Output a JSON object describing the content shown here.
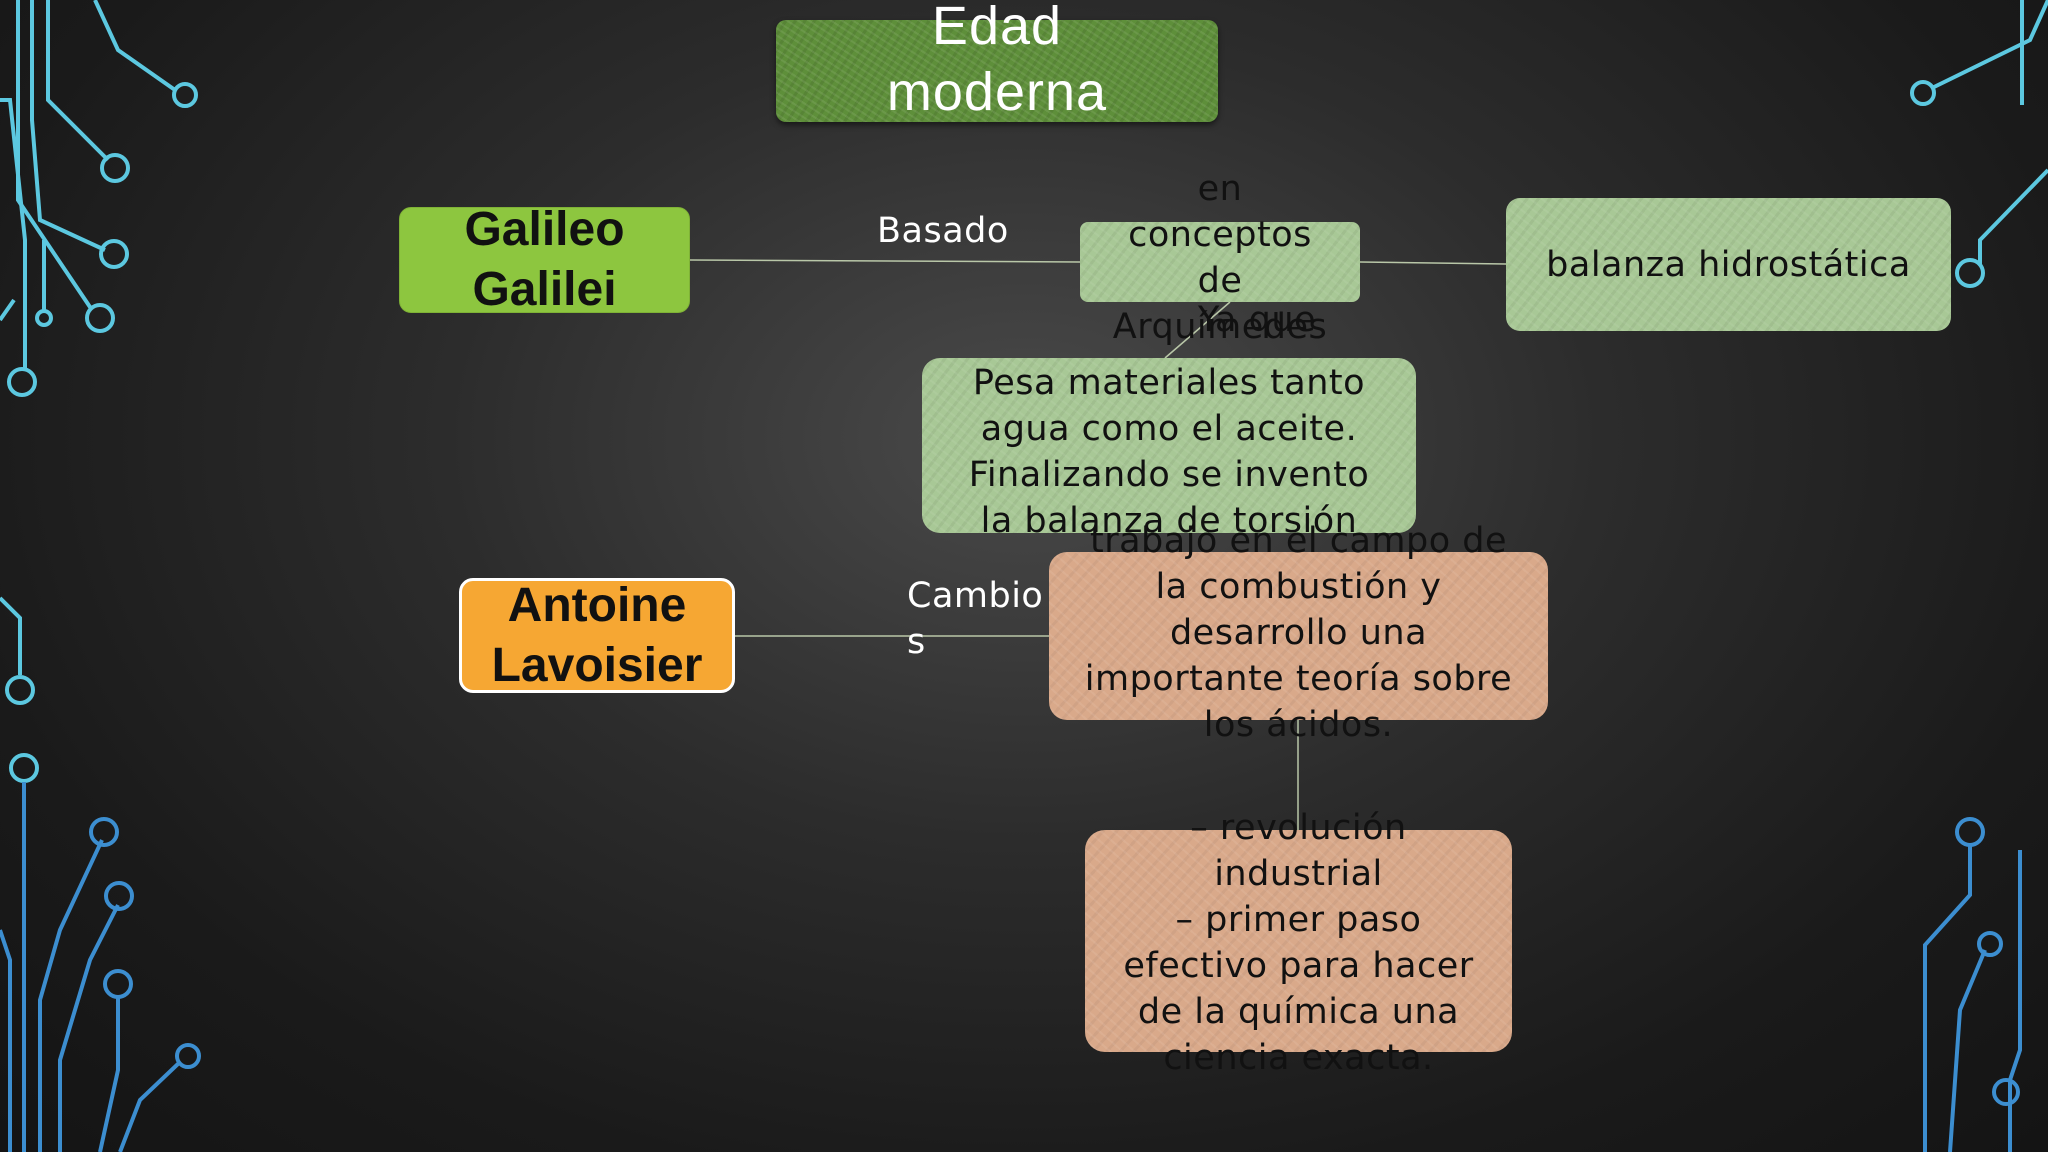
{
  "colors": {
    "background": "#1a1a1a",
    "title_box": "#5e8f3a",
    "galileo_box": "#8dc63f",
    "antoine_box": "#f6a733",
    "light_green_box": "#a8c896",
    "tan_box": "#d9a98a",
    "connector": "#cfd8c0",
    "circuit_cyan": "#5cc8e0",
    "circuit_blue": "#3c8ed0"
  },
  "title": "Edad\nmoderna",
  "nodes": {
    "galileo": "Galileo\nGalilei",
    "antoine": "Antoine\nLavoisier",
    "concepts": "en\nconceptos\nde\nArquímedes",
    "balanza_hidrostatica": "balanza hidrostática",
    "pesa": "Pesa materiales tanto\nagua como el aceite.\nFinalizando se invento\nla balanza de torsión",
    "trabajo": "trabajo en el campo de\nla combustión y\ndesarrollo una\nimportante teoría sobre\nlos ácidos.",
    "revolucion": "– revolución\nindustrial\n– primer paso\nefectivo para hacer\nde la química una\nciencia exacta."
  },
  "labels": {
    "basado": "Basado",
    "ya_que": "Ya que",
    "cambios": "Cambio\ns"
  }
}
